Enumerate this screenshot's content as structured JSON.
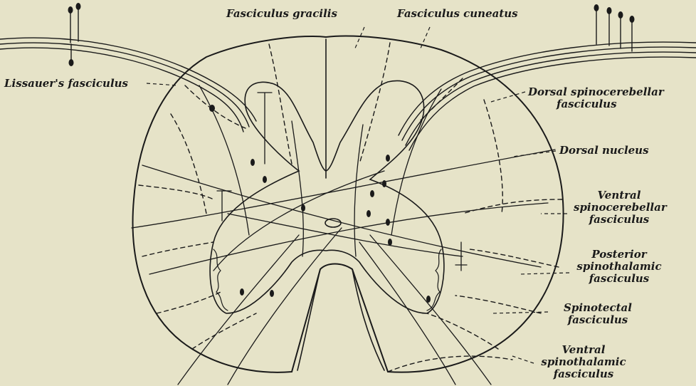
{
  "labels": {
    "fasciculus_gracilis": "Fasciculus gracilis",
    "fasciculus_cuneatus": "Fasciculus cuneatus",
    "lissauers_fasciculus": "Lissauer's fasciculus",
    "dorsal_spinocerebellar": [
      "Dorsal spinocerebellar",
      "fasciculus"
    ],
    "dorsal_nucleus": "Dorsal nucleus",
    "ventral_spinocerebellar": [
      "Ventral",
      "spinocerebellar",
      "fasciculus"
    ],
    "posterior_spinothalamic": [
      "Posterior",
      "spinothalamic",
      "fasciculus"
    ],
    "spinotectal": [
      "Spinotectal",
      "fasciculus"
    ],
    "ventral_spinothalamic": [
      "Ventral",
      "spinothalamic",
      "fasciculus"
    ]
  },
  "colors": {
    "background": "#e6e3c8",
    "ink": "#1a1a1a"
  }
}
